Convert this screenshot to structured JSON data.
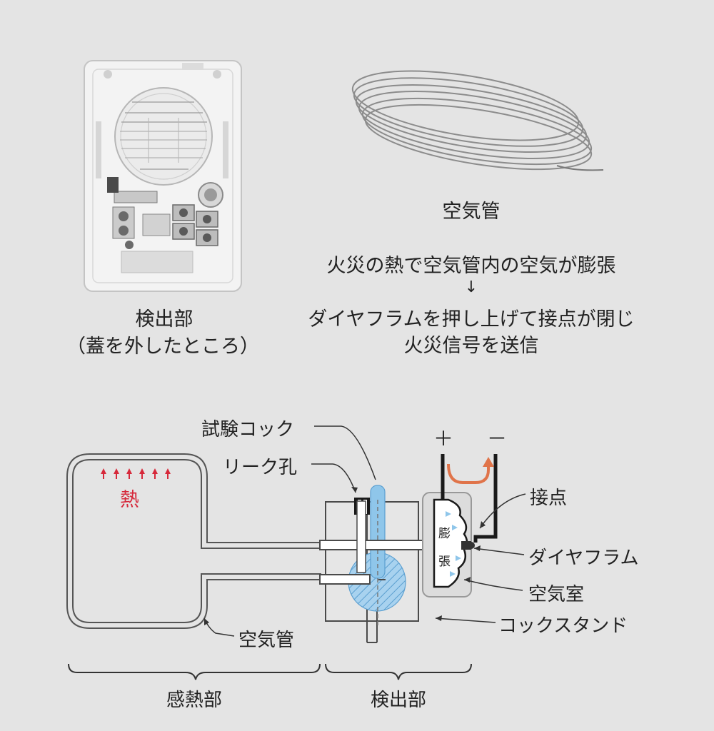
{
  "photos": {
    "detector_caption": "検出部",
    "detector_subcaption": "（蓋を外したところ）",
    "tube_caption": "空気管"
  },
  "explanation": {
    "line1": "火災の熱で空気管内の空気が膨張",
    "arrow": "↓",
    "line2": "ダイヤフラムを押し上げて接点が閉じ",
    "line3": "火災信号を送信"
  },
  "diagram": {
    "test_cock": "試験コック",
    "leak_hole": "リーク孔",
    "heat": "熱",
    "heat_arrows": "↑↑↑↑↑↑",
    "plus": "＋",
    "minus": "－",
    "contact": "接点",
    "expand_1": "膨",
    "expand_2": "張",
    "diaphragm": "ダイヤフラム",
    "air_chamber": "空気室",
    "cock_stand": "コックスタンド",
    "air_tube": "空気管",
    "section_sensing": "感熱部",
    "section_detector": "検出部"
  },
  "colors": {
    "heat_red": "#d6283a",
    "flow_orange": "#e0744a",
    "air_blue": "#8fc6ea"
  }
}
